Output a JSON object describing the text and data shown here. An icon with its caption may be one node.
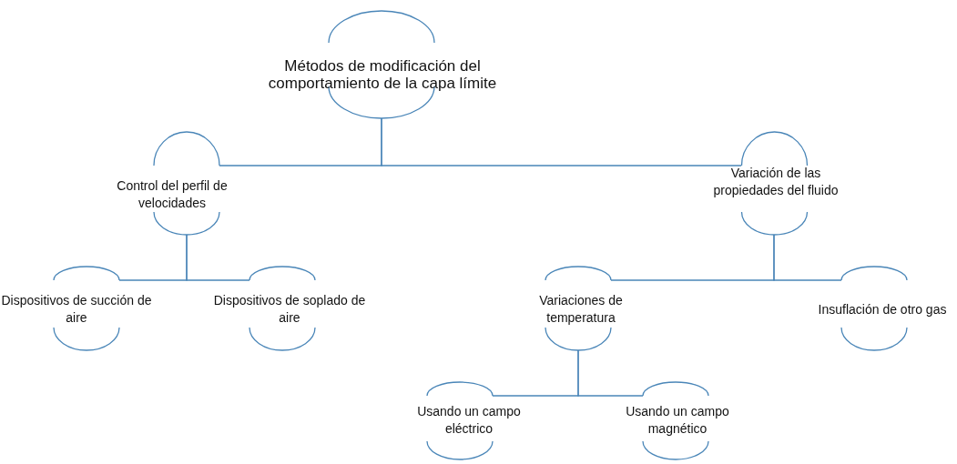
{
  "diagram": {
    "nodes": [
      {
        "text": [
          "Métodos de modificación del comportamiento de la capa límite"
        ]
      },
      {
        "text": [
          "Control del perfil de velocidades"
        ]
      },
      {
        "text": [
          "Variación de las propiedades del fluido"
        ]
      },
      {
        "text": [
          "Dispositivos de succión de aire"
        ]
      },
      {
        "text": [
          "Dispositivos de soplado de aire"
        ]
      },
      {
        "text": [
          "Variaciones de temperatura"
        ]
      },
      {
        "text": [
          "Insuflación de otro gas"
        ]
      },
      {
        "text": [
          "Usando un campo eléctrico"
        ]
      },
      {
        "text": [
          "Usando un campo magnético"
        ]
      }
    ],
    "edges": [
      {
        "from": 0,
        "to": 1,
        "arrow": "none"
      },
      {
        "from": 0,
        "to": 2,
        "arrow": "none"
      },
      {
        "from": 1,
        "to": 3,
        "arrow": "none"
      },
      {
        "from": 1,
        "to": 4,
        "arrow": "none"
      },
      {
        "from": 2,
        "to": 5,
        "arrow": "none"
      },
      {
        "from": 2,
        "to": 6,
        "arrow": "none"
      },
      {
        "from": 5,
        "to": 7,
        "arrow": "none"
      },
      {
        "from": 5,
        "to": 8,
        "arrow": "none"
      }
    ]
  }
}
